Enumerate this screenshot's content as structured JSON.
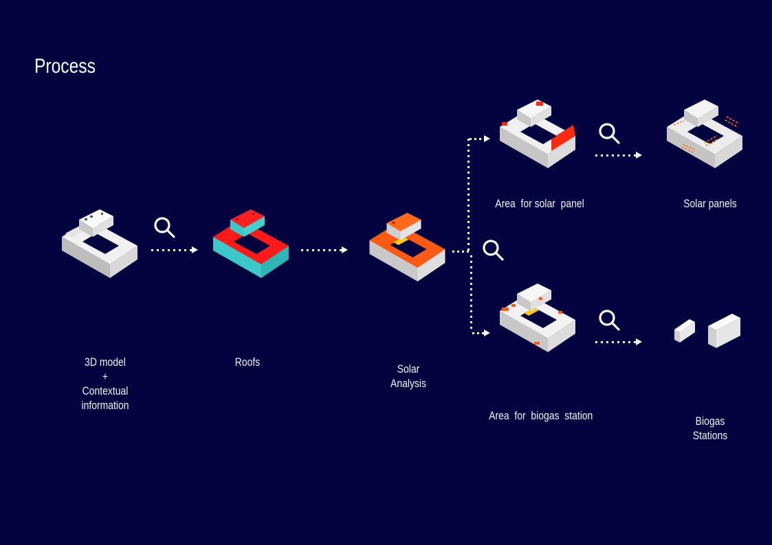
{
  "title": "Process",
  "colors": {
    "background": "#03033f",
    "text": "#ffffff",
    "roof_red": "#ff1a1a",
    "roof_cyan": "#3cc8c8",
    "solar_orange": "#ff5a14",
    "solar_yellow": "#ffc814",
    "building_grey": "#e8e8e8"
  },
  "steps": [
    {
      "id": "3d-model",
      "label_lines": [
        "3D model",
        "+",
        "Contextual",
        "information"
      ]
    },
    {
      "id": "roofs",
      "label_lines": [
        "Roofs"
      ]
    },
    {
      "id": "solar-analysis",
      "label_lines": [
        "Solar",
        "Analysis"
      ]
    },
    {
      "id": "area-solar-panel",
      "label_lines": [
        "Area  for solar  panel"
      ]
    },
    {
      "id": "solar-panels",
      "label_lines": [
        "Solar panels"
      ]
    },
    {
      "id": "area-biogas",
      "label_lines": [
        "Area  for  biogas  station"
      ]
    },
    {
      "id": "biogas-stations",
      "label_lines": [
        "Biogas",
        "Stations"
      ]
    }
  ],
  "icons": {
    "magnifier": "search-icon",
    "arrow": "dotted-arrow-right"
  }
}
